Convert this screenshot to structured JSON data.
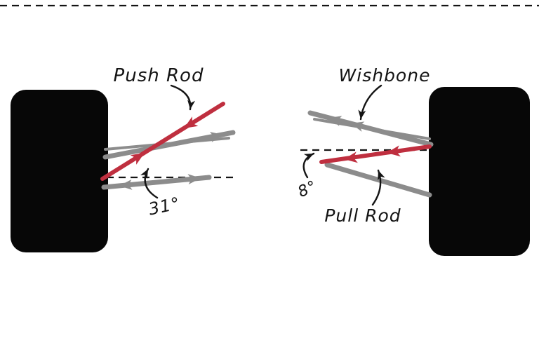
{
  "figure": {
    "left": {
      "rod_label": "Push Rod",
      "angle_label": "31°"
    },
    "right": {
      "wishbone_label": "Wishbone",
      "rod_label": "Pull Rod",
      "angle_label": "8°"
    }
  },
  "colors": {
    "rod_red": "#bf2f3f",
    "member_gray": "#8c8c8c",
    "wheel_black": "#070707",
    "ink_black": "#141414",
    "background": "#ffffff"
  }
}
